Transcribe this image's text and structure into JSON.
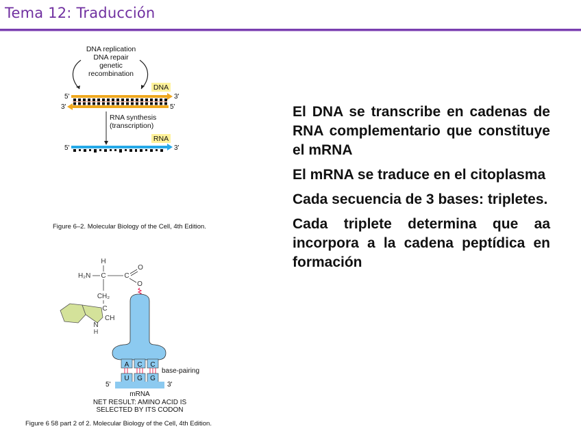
{
  "header": {
    "title": "Tema 12: Traducción",
    "accent_color": "#7030a0"
  },
  "figure1": {
    "labels": {
      "loop_line1": "DNA replication",
      "loop_line2": "DNA repair",
      "loop_line3": "genetic",
      "loop_line4": "recombination",
      "dna_tag": "DNA",
      "rna_tag": "RNA",
      "synthesis_line1": "RNA synthesis",
      "synthesis_line2": "(transcription)",
      "dna_top_5": "5'",
      "dna_top_3": "3'",
      "dna_bot_3": "3'",
      "dna_bot_5": "5'",
      "rna_5": "5'",
      "rna_3": "3'"
    },
    "colors": {
      "dna_strand": "#f0a81e",
      "rna_strand": "#26a9e8",
      "tag_bg": "#fff29a"
    },
    "caption": "Figure 6–2. Molecular Biology of the Cell, 4th Edition."
  },
  "figure2": {
    "labels": {
      "h_top": "H",
      "h2n": "H₂N",
      "c_alpha": "C",
      "c_carboxyl": "C",
      "o_double": "O",
      "o_single": "O",
      "ch2": "CH₂",
      "c_ring": "C",
      "ch_ring": "CH",
      "n_ring": "N",
      "h_ring": "H",
      "anticodon": [
        "A",
        "C",
        "C"
      ],
      "codon": [
        "U",
        "G",
        "G"
      ],
      "base_pairing": "base-pairing",
      "mrna_5": "5'",
      "mrna_3": "3'",
      "mrna": "mRNA",
      "result_line1": "NET RESULT: AMINO ACID  IS",
      "result_line2": "SELECTED BY ITS CODON"
    },
    "colors": {
      "trna": "#8ccaf0",
      "ring": "#d4e29a",
      "bond": "#e8285a"
    },
    "caption": "Figure 6  58 part 2 of 2. Molecular Biology of the Cell, 4th Edition."
  },
  "bullets": [
    "El DNA se transcribe en cadenas de RNA complementario que constituye el mRNA",
    "El mRNA se traduce en el citoplasma",
    "Cada secuencia de 3 bases: tripletes.",
    "Cada triplete determina que aa incorpora a la cadena peptídica en formación"
  ]
}
